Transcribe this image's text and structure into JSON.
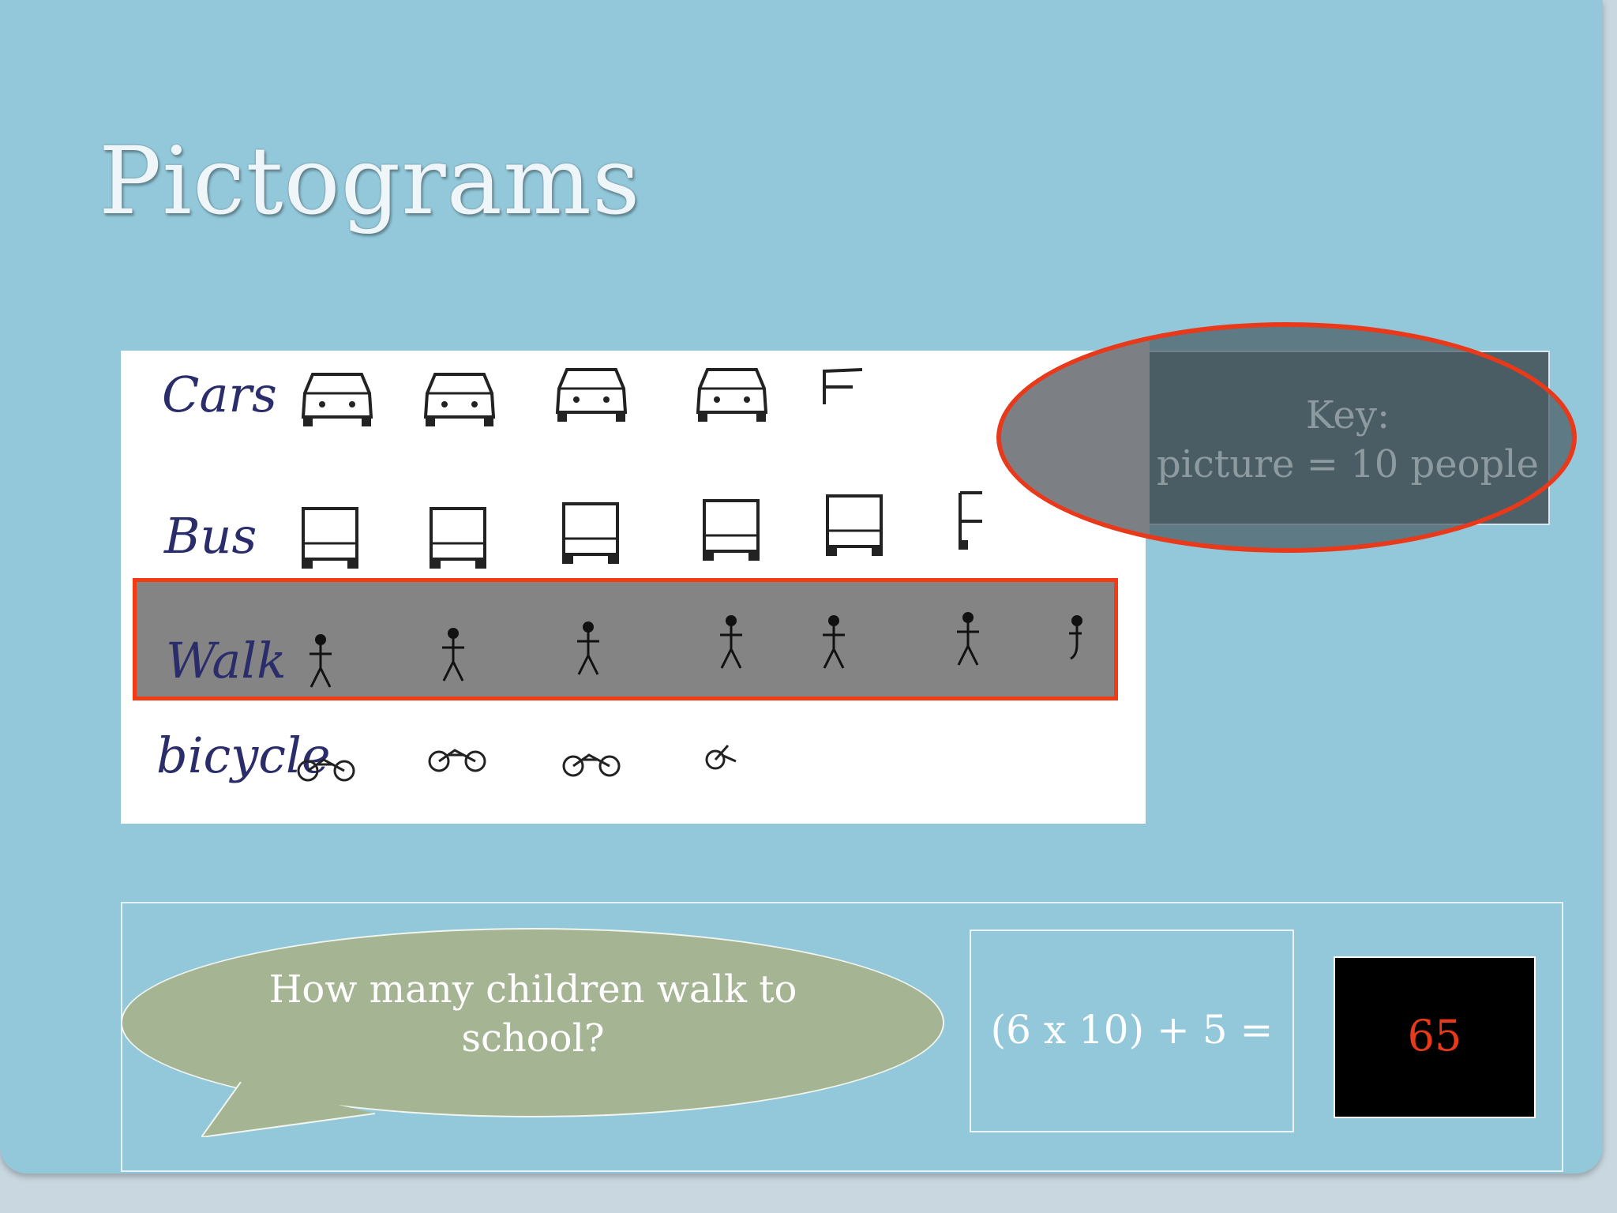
{
  "slide": {
    "title": "Pictograms"
  },
  "pictogram": {
    "rows": [
      {
        "label": "Cars",
        "icon": "car-icon",
        "full": 4,
        "partial": true
      },
      {
        "label": "Bus",
        "icon": "bus-icon",
        "full": 5,
        "partial": true
      },
      {
        "label": "Walk",
        "icon": "stick-figure-icon",
        "full": 6,
        "partial": true
      },
      {
        "label": "bicycle",
        "icon": "bicycle-icon",
        "full": 3,
        "partial": true
      }
    ]
  },
  "key": {
    "line1": "Key:",
    "line2": "picture = 10 people"
  },
  "question": {
    "text": "How many children walk to school?",
    "calculation": "(6 x 10) + 5 =",
    "answer": "65"
  },
  "colors": {
    "background": "#92c8da",
    "highlight": "#e8391a",
    "bubble": "#a5b492"
  }
}
